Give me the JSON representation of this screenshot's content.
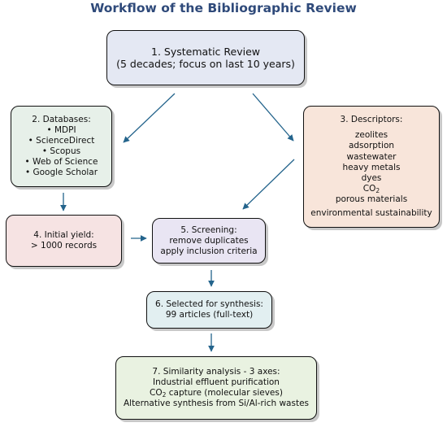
{
  "title": "Workflow of the Bibliographic Review",
  "colors": {
    "title": "#2f4a7a",
    "arrow": "#24648c",
    "box1": "#e4e8f3",
    "box2": "#e7f0e9",
    "box3": "#f8e5da",
    "box4": "#f6e3e3",
    "box5": "#e9e5f3",
    "box6": "#e2eff1",
    "box7": "#e9f2e1"
  },
  "nodes": {
    "review": {
      "line1": "1. Systematic Review",
      "line2": "(5 decades; focus on last 10 years)"
    },
    "databases": {
      "heading": "2. Databases:",
      "items": [
        "• MDPI",
        "• ScienceDirect",
        "• Scopus",
        "• Web of Science",
        "• Google Scholar"
      ]
    },
    "descriptors": {
      "heading": "3. Descriptors:",
      "items": [
        "zeolites",
        "adsorption",
        "wastewater",
        "heavy metals",
        "dyes"
      ],
      "co2_prefix": "CO",
      "co2_sub": "2",
      "items_after": [
        "porous materials",
        "environmental sustainability"
      ]
    },
    "initial_yield": {
      "line1": "4. Initial yield:",
      "line2": "> 1000 records"
    },
    "screening": {
      "line1": "5. Screening:",
      "line2": "remove duplicates",
      "line3": "apply inclusion criteria"
    },
    "selected": {
      "line1": "6. Selected for synthesis:",
      "line2": "99 articles (full-text)"
    },
    "similarity": {
      "line1": "7. Similarity analysis - 3 axes:",
      "line2": "Industrial effluent purification",
      "line3_prefix": "CO",
      "line3_sub": "2",
      "line3_suffix": " capture (molecular sieves)",
      "line4": "Alternative synthesis from Si/Al-rich wastes"
    }
  }
}
